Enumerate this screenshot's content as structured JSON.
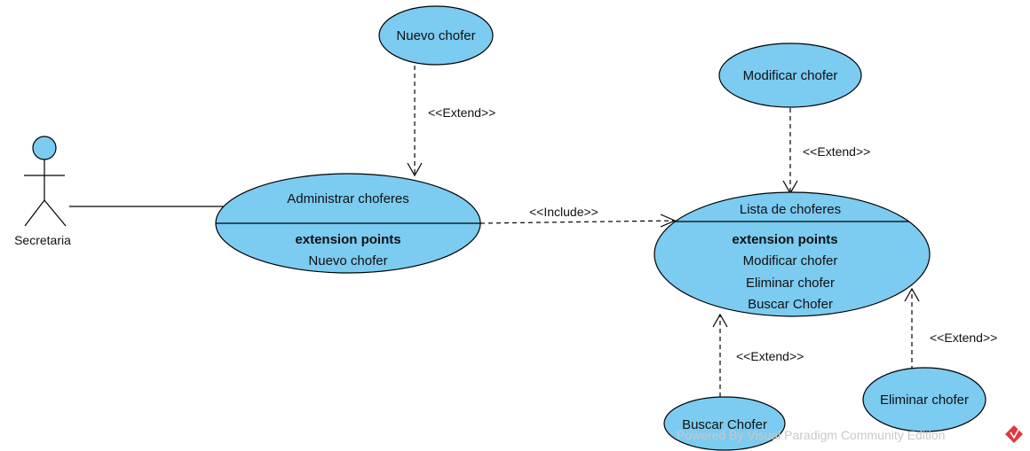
{
  "colors": {
    "usecase_fill": "#7ccbf0",
    "stroke": "#000000",
    "watermark_text": "#c9c9c9",
    "logo_red": "#e2373b"
  },
  "actor": {
    "name": "Secretaria"
  },
  "use_cases": {
    "nuevo_chofer": {
      "name": "Nuevo chofer"
    },
    "modificar_chofer": {
      "name": "Modificar chofer"
    },
    "administrar": {
      "name": "Administrar choferes",
      "ep_heading": "extension points",
      "ep_items": [
        "Nuevo chofer"
      ]
    },
    "lista": {
      "name": "Lista de choferes",
      "ep_heading": "extension points",
      "ep_items": [
        "Modificar chofer",
        "Eliminar chofer",
        "Buscar Chofer"
      ]
    },
    "buscar_chofer": {
      "name": "Buscar Chofer"
    },
    "eliminar_chofer": {
      "name": "Eliminar chofer"
    }
  },
  "relations": {
    "extend_nuevo": "<<Extend>>",
    "extend_modificar": "<<Extend>>",
    "include_lista": "<<Include>>",
    "extend_buscar": "<<Extend>>",
    "extend_eliminar": "<<Extend>>"
  },
  "watermark": {
    "text": "Powered By Visual Paradigm Community Edition",
    "logo_icon": "visual-paradigm-logo-icon"
  }
}
